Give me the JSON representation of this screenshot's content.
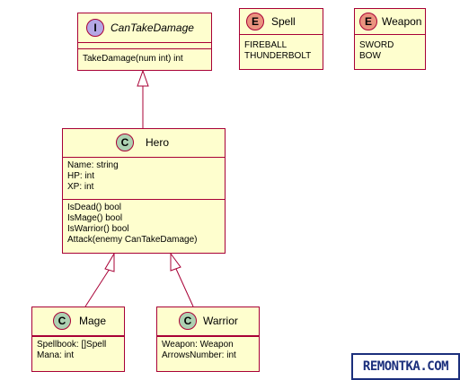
{
  "diagram": {
    "classes": {
      "can_take_damage": {
        "stereotype": "I",
        "name": "CanTakeDamage",
        "methods": [
          "TakeDamage(num int) int"
        ]
      },
      "spell": {
        "stereotype": "E",
        "name": "Spell",
        "values": [
          "FIREBALL",
          "THUNDERBOLT"
        ]
      },
      "weapon": {
        "stereotype": "E",
        "name": "Weapon",
        "values": [
          "SWORD",
          "BOW"
        ]
      },
      "hero": {
        "stereotype": "C",
        "name": "Hero",
        "fields": [
          "Name: string",
          "HP: int",
          "XP: int"
        ],
        "methods": [
          "IsDead() bool",
          "IsMage() bool",
          "IsWarrior() bool",
          "Attack(enemy CanTakeDamage)"
        ]
      },
      "mage": {
        "stereotype": "C",
        "name": "Mage",
        "fields": [
          "Spellbook: []Spell",
          "Mana: int"
        ]
      },
      "warrior": {
        "stereotype": "C",
        "name": "Warrior",
        "fields": [
          "Weapon: Weapon",
          "ArrowsNumber: int"
        ]
      }
    },
    "relations": [
      {
        "from": "Hero",
        "to": "CanTakeDamage",
        "type": "realization"
      },
      {
        "from": "Mage",
        "to": "Hero",
        "type": "inheritance"
      },
      {
        "from": "Warrior",
        "to": "Hero",
        "type": "inheritance"
      }
    ]
  },
  "watermark": "REMONTKA.COM",
  "colors": {
    "box_fill": "#fefece",
    "border": "#a80036",
    "interface_circle": "#b4a7e5",
    "enum_circle": "#eb937f",
    "class_circle": "#add1b2",
    "watermark": "#1b2f7c"
  }
}
